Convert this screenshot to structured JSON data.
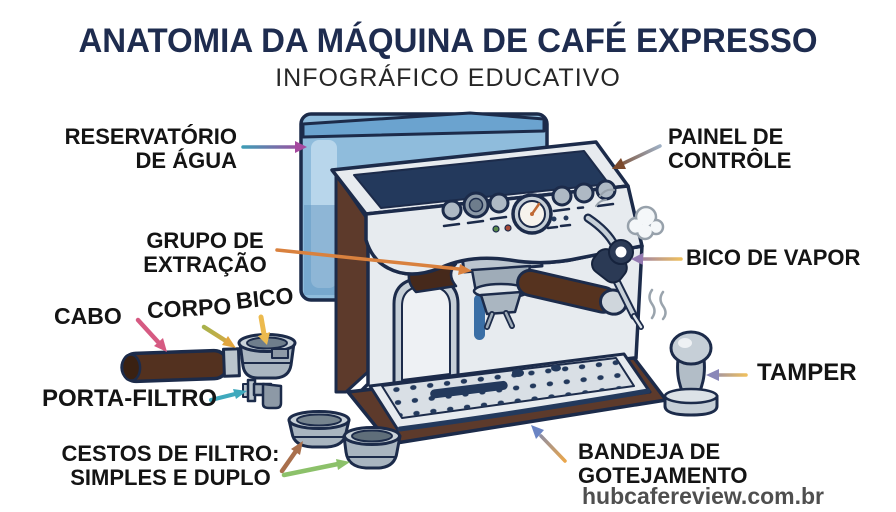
{
  "header": {
    "title": "ANATOMIA DA MÁQUINA DE CAFÉ EXPRESSO",
    "subtitle": "INFOGRÁFICO EDUCATIVO"
  },
  "labels": {
    "water_reservoir": [
      "RESERVATÓRIO",
      "DE ÁGUA"
    ],
    "control_panel": [
      "PAINEL DE",
      "CONTRÔLE"
    ],
    "extraction_group": [
      "GRUPO DE",
      "EXTRAÇÃO"
    ],
    "steam_wand": "BICO DE VAPOR",
    "handle": "CABO",
    "body": "CORPO",
    "spout": "BICO",
    "portafilter": "PORTA-FILTRO",
    "filter_baskets": [
      "CESTOS DE FILTRO:",
      "SIMPLES E DUPLO"
    ],
    "tamper": "TAMPER",
    "drip_tray": [
      "BANDEJA DE",
      "GOTEJAMENTO"
    ]
  },
  "watermark": "hubcafereview.com.br",
  "colors": {
    "title_navy": "#1e2c4f",
    "label_text": "#141414",
    "outline_navy": "#1c2b4a",
    "machine_body": "#e7ebef",
    "machine_brown": "#5d3a2b",
    "water_tank_blue": "#8fbcdc",
    "tray_navy": "#23395c",
    "arrow_orange": "#d9813e",
    "arrow_pink": "#d65a82",
    "arrow_teal": "#3fa9bd",
    "arrow_green": "#8cc16a",
    "arrow_brown": "#a96f4c",
    "arrow_yellow": "#ecba4e",
    "arrow_purple": "#a6499f",
    "watermark_gray": "#4f4f4f"
  }
}
